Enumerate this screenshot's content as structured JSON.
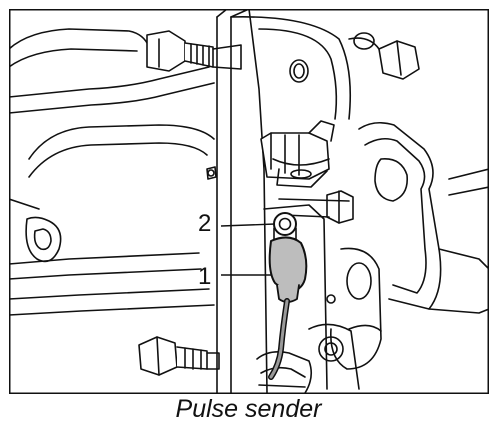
{
  "figure": {
    "caption": "Pulse sender",
    "callouts": [
      {
        "label": "2",
        "part": "pulse-sender-bolt"
      },
      {
        "label": "1",
        "part": "pulse-sender"
      }
    ],
    "colors": {
      "line": "#111111",
      "part_fill": "#bdbdbd",
      "background": "#ffffff"
    }
  }
}
